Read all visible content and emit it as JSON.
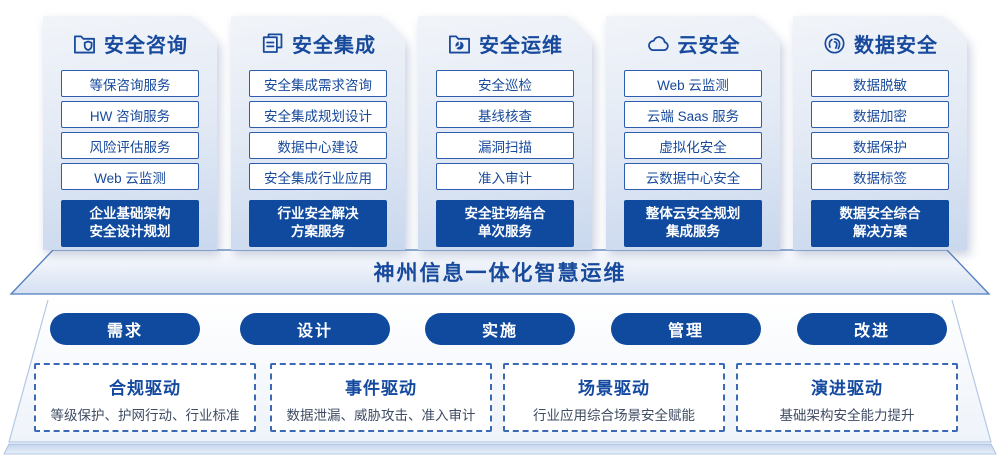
{
  "banner": {
    "title": "神州信息一体化智慧运维"
  },
  "colors": {
    "primary": "#17499c",
    "solid_blue": "#0f4a9e",
    "item_border": "#2d5dac",
    "dashed_border": "#3a6ab5",
    "driver_desc_text": "#3f4c63",
    "panel_gradient_top": "#f1f4f9",
    "panel_gradient_bottom": "#c9d8ee"
  },
  "columns": [
    {
      "title": "安全咨询",
      "icon": "folder-shield-icon",
      "items": [
        "等保咨询服务",
        "HW 咨询服务",
        "风险评估服务",
        "Web 云监测"
      ],
      "footer": "企业基础架构\n安全设计规划"
    },
    {
      "title": "安全集成",
      "icon": "documents-copy-icon",
      "items": [
        "安全集成需求咨询",
        "安全集成规划设计",
        "数据中心建设",
        "安全集成行业应用"
      ],
      "footer": "行业安全解决\n方案服务"
    },
    {
      "title": "安全运维",
      "icon": "folder-clock-icon",
      "items": [
        "安全巡检",
        "基线核查",
        "漏洞扫描",
        "准入审计"
      ],
      "footer": "安全驻场结合\n单次服务"
    },
    {
      "title": "云安全",
      "icon": "cloud-icon",
      "items": [
        "Web 云监测",
        "云端 Saas 服务",
        "虚拟化安全",
        "云数据中心安全"
      ],
      "footer": "整体云安全规划\n集成服务"
    },
    {
      "title": "数据安全",
      "icon": "fingerprint-icon",
      "items": [
        "数据脱敏",
        "数据加密",
        "数据保护",
        "数据标签"
      ],
      "footer": "数据安全综合\n解决方案"
    }
  ],
  "process_pills": [
    "需求",
    "设计",
    "实施",
    "管理",
    "改进"
  ],
  "drivers": [
    {
      "title": "合规驱动",
      "desc": "等级保护、护网行动、行业标准"
    },
    {
      "title": "事件驱动",
      "desc": "数据泄漏、威胁攻击、准入审计"
    },
    {
      "title": "场景驱动",
      "desc": "行业应用综合场景安全赋能"
    },
    {
      "title": "演进驱动",
      "desc": "基础架构安全能力提升"
    }
  ]
}
